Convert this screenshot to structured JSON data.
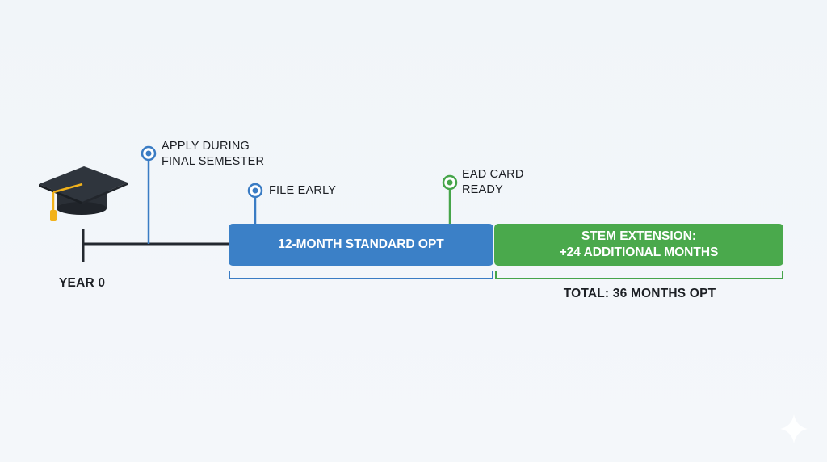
{
  "colors": {
    "axis": "#23282f",
    "blue": "#3a7cc4",
    "blue_bar": "#3b80c7",
    "green": "#46a54a",
    "green_bar": "#4aa94c",
    "cap": "#2a2f36",
    "tassel": "#f2b21b"
  },
  "icons": {
    "graduation": "graduation-cap-icon",
    "sparkle": "sparkle-icon"
  },
  "start_label": "YEAR 0",
  "milestones": [
    {
      "label": "APPLY DURING\nFINAL SEMESTER",
      "color": "#3a7cc4"
    },
    {
      "label": "FILE EARLY",
      "color": "#3a7cc4"
    },
    {
      "label": "EAD CARD\nREADY",
      "color": "#46a54a"
    }
  ],
  "segments": [
    {
      "label": "12-MONTH STANDARD OPT",
      "color": "#3b80c7"
    },
    {
      "label": "STEM EXTENSION:\n+24 ADDITIONAL MONTHS",
      "color": "#4aa94c"
    }
  ],
  "total_label": "TOTAL: 36 MONTHS OPT"
}
